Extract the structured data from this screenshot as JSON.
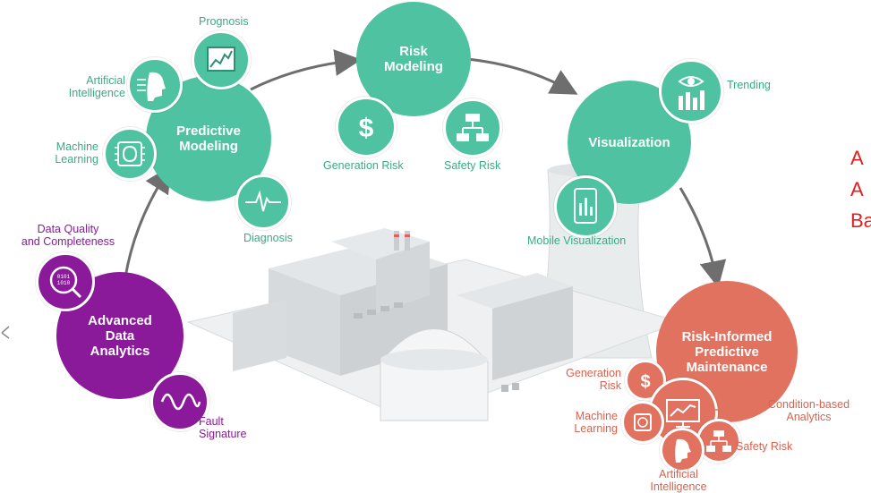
{
  "nodes": {
    "predictive_modeling": "Predictive\nModeling",
    "risk_modeling": "Risk\nModeling",
    "visualization": "Visualization",
    "advanced_data_analytics": "Advanced\nData\nAnalytics",
    "risk_informed": "Risk-Informed\nPredictive\nMaintenance"
  },
  "labels": {
    "prognosis": "Prognosis",
    "artificial_intelligence": "Artificial\nIntelligence",
    "machine_learning": "Machine\nLearning",
    "diagnosis": "Diagnosis",
    "generation_risk": "Generation Risk",
    "safety_risk": "Safety Risk",
    "trending": "Trending",
    "mobile_visualization": "Mobile Visualization",
    "data_quality": "Data Quality\nand Completeness",
    "fault_signature": "Fault\nSignature",
    "rim_generation_risk": "Generation\nRisk",
    "rim_machine_learning": "Machine\nLearning",
    "rim_condition": "Condition-based\nAnalytics",
    "rim_safety_risk": "Safety Risk",
    "rim_ai": "Artificial\nIntelligence"
  },
  "side_text": [
    "A",
    "A",
    "Ba"
  ],
  "colors": {
    "teal": "#4fc3a1",
    "purple": "#8b1a9a",
    "coral": "#e0725f",
    "arrow": "#6e6e6e",
    "side_text": "#e02020"
  }
}
